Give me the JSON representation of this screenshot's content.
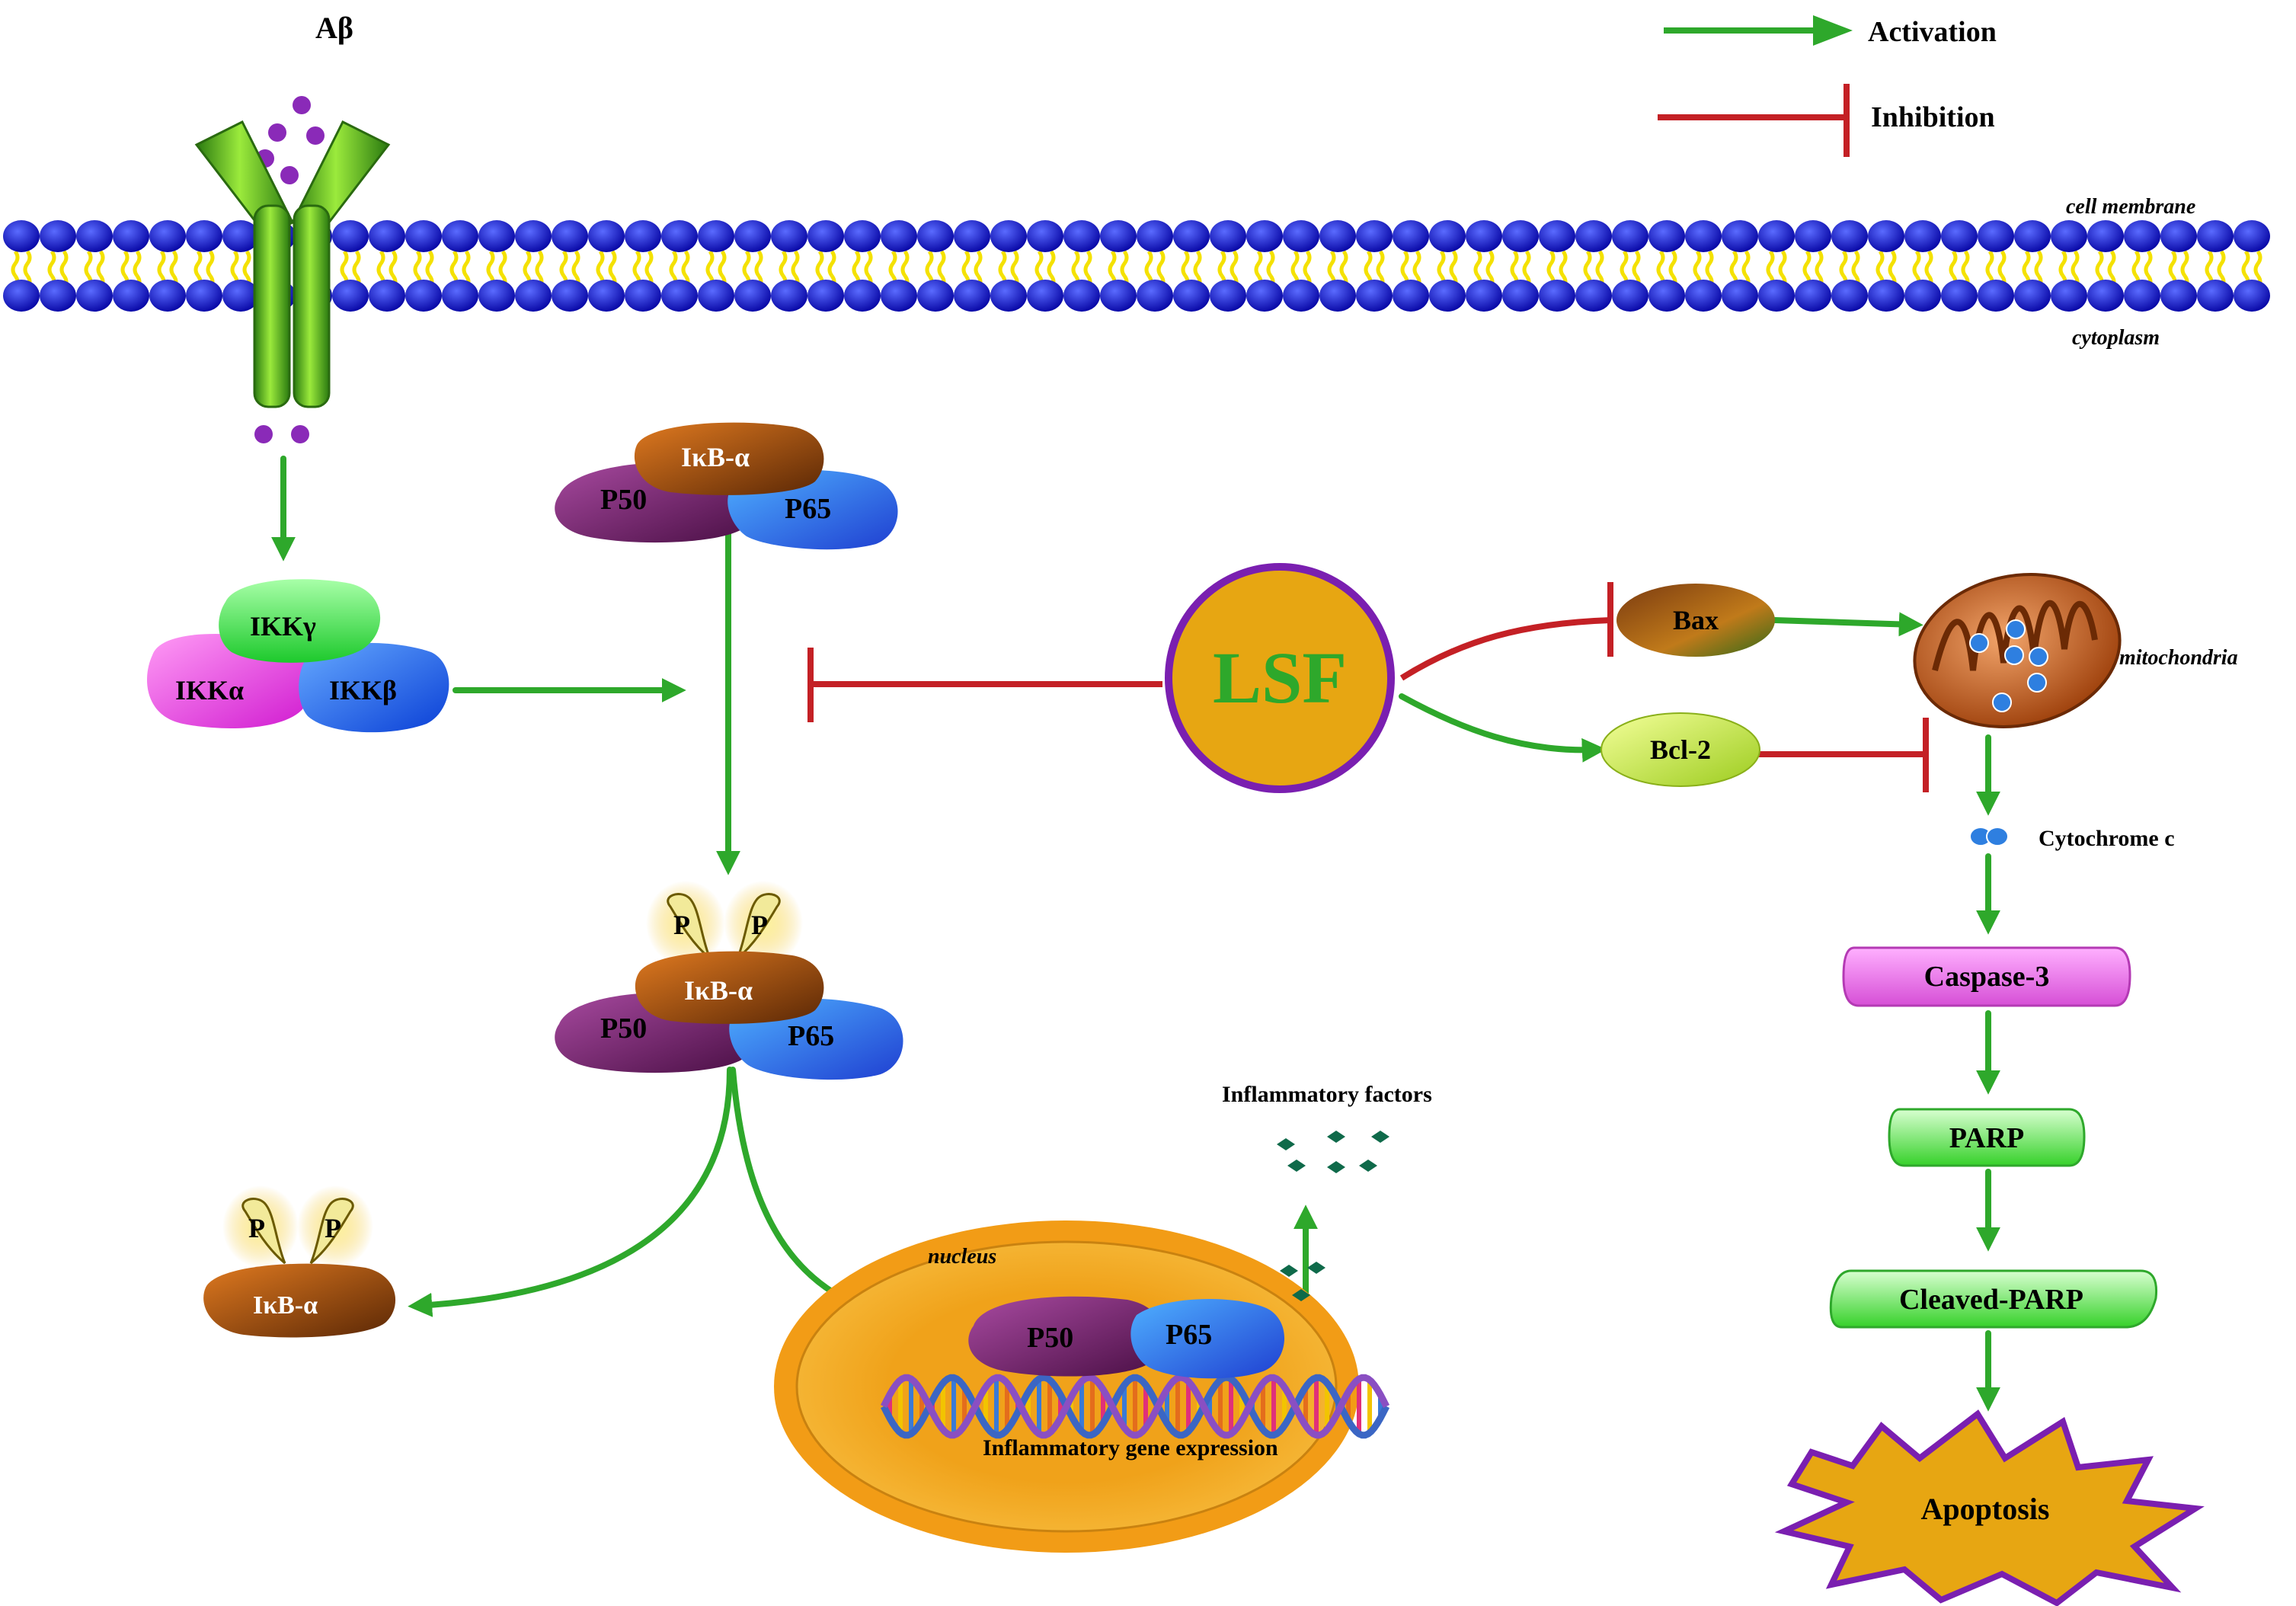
{
  "legend": {
    "activation": "Activation",
    "inhibition": "Inhibition"
  },
  "ligand": {
    "label": "Aβ"
  },
  "membrane": {
    "outer_label": "cell membrane",
    "inner_label": "cytoplasm"
  },
  "ikk": {
    "gamma": "IKKγ",
    "alpha": "IKKα",
    "beta": "IKKβ"
  },
  "nfkb_inactive": {
    "ikb": "IκB-α",
    "p50": "P50",
    "p65": "P65"
  },
  "nfkb_phospho": {
    "ikb": "IκB-α",
    "p50": "P50",
    "p65": "P65",
    "phospho": "P"
  },
  "ikb_free": {
    "label": "IκB-α",
    "phospho": "P"
  },
  "nucleus": {
    "label": "nucleus",
    "p50": "P50",
    "p65": "P65",
    "gene_label": "Inflammatory gene expression"
  },
  "inflammatory_factors": {
    "label": "Inflammatory factors"
  },
  "lsf": {
    "label": "LSF"
  },
  "apoptosis_path": {
    "bax": "Bax",
    "bcl2": "Bcl-2",
    "mito_label": "mitochondria",
    "cytc": "Cytochrome c",
    "caspase3": "Caspase-3",
    "parp": "PARP",
    "cleaved_parp": "Cleaved-PARP",
    "apoptosis": "Apoptosis"
  },
  "colors": {
    "activation": "#2ea82b",
    "inhibition": "#c42025",
    "membrane_head": "#1a1acc",
    "lsf_fill": "#e7a612",
    "lsf_border": "#7a1fb0"
  }
}
